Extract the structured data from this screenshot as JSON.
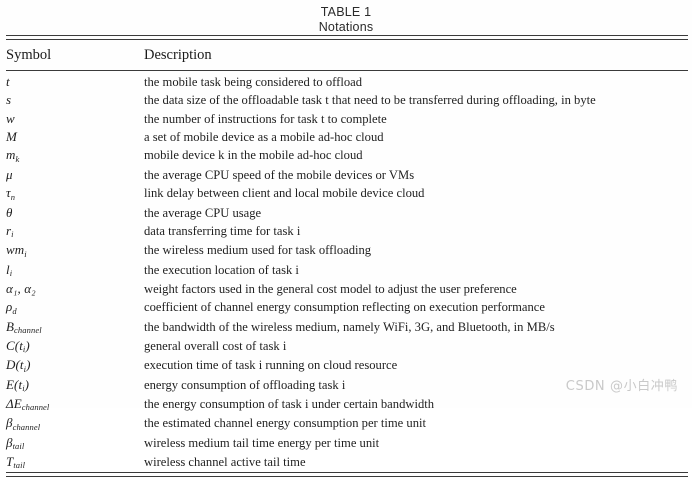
{
  "caption": {
    "label": "TABLE 1",
    "title": "Notations"
  },
  "table": {
    "columns": [
      "Symbol",
      "Description"
    ],
    "rows": [
      {
        "symbol": "t",
        "sub": "",
        "description": "the mobile task being considered to offload"
      },
      {
        "symbol": "s",
        "sub": "",
        "description": "the data size of the offloadable task t that need to be transferred during offloading, in byte"
      },
      {
        "symbol": "w",
        "sub": "",
        "description": "the number of instructions for task t to complete"
      },
      {
        "symbol": "M",
        "sub": "",
        "description": "a set of mobile device as a mobile ad-hoc cloud"
      },
      {
        "symbol": "m",
        "sub": "k",
        "description": "mobile device k in the mobile ad-hoc cloud"
      },
      {
        "symbol": "μ",
        "sub": "",
        "description": "the average CPU speed of the mobile devices or VMs"
      },
      {
        "symbol": "τ",
        "sub": "n",
        "description": "link delay between client and local mobile device cloud"
      },
      {
        "symbol": "θ",
        "sub": "",
        "description": "the average CPU usage"
      },
      {
        "symbol": "r",
        "sub": "i",
        "description": "data transferring time for task i"
      },
      {
        "symbol": "wm",
        "sub": "i",
        "description": "the wireless medium used for task offloading"
      },
      {
        "symbol": "l",
        "sub": "i",
        "description": "the execution location of task i"
      },
      {
        "symbol": "α₁, α₂",
        "sub": "",
        "description": "weight factors used in the general cost model to adjust the user preference"
      },
      {
        "symbol": "ρ",
        "sub": "d",
        "description": "coefficient of channel energy consumption reflecting on execution performance"
      },
      {
        "symbol": "B",
        "sub": "channel",
        "description": "the bandwidth of the wireless medium, namely WiFi, 3G, and Bluetooth, in MB/s"
      },
      {
        "symbol": "C(t",
        "sub": "i",
        "symbol_tail": ")",
        "description": "general overall cost of task i"
      },
      {
        "symbol": "D(t",
        "sub": "i",
        "symbol_tail": ")",
        "description": "execution time of task i running on cloud resource"
      },
      {
        "symbol": "E(t",
        "sub": "i",
        "symbol_tail": ")",
        "description": "energy consumption of offloading task i"
      },
      {
        "symbol": "ΔE",
        "sub": "channel",
        "description": "the energy consumption of task i under certain bandwidth"
      },
      {
        "symbol": "β",
        "sub": "channel",
        "description": "the estimated channel energy consumption per time unit"
      },
      {
        "symbol": "β",
        "sub": "tail",
        "description": "wireless medium tail time energy per time unit"
      },
      {
        "symbol": "T",
        "sub": "tail",
        "description": "wireless channel active tail time"
      }
    ]
  },
  "watermark": {
    "text": "CSDN @小白冲鸭"
  },
  "colors": {
    "text": "#1f1f1f",
    "rule": "#3a3a3a",
    "watermark": "#c9c9c9",
    "background": "#fefefe"
  }
}
